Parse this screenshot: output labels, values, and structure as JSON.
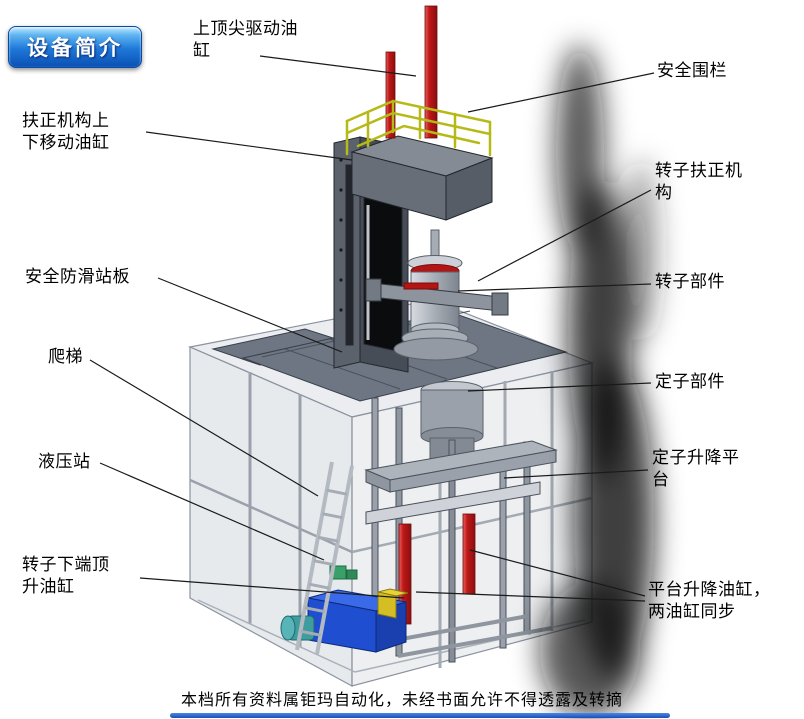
{
  "badge": {
    "label": "设备简介"
  },
  "labels": [
    {
      "id": "top-tip-drive-cylinder",
      "text": "上顶尖驱动油缸"
    },
    {
      "id": "safety-fence",
      "text": "安全围栏"
    },
    {
      "id": "centering-updown-cylinder",
      "text": "扶正机构上下移动油缸"
    },
    {
      "id": "rotor-centering-mechanism",
      "text": "转子扶正机构"
    },
    {
      "id": "anti-slip-platform",
      "text": "安全防滑站板"
    },
    {
      "id": "rotor-part",
      "text": "转子部件"
    },
    {
      "id": "ladder",
      "text": "爬梯"
    },
    {
      "id": "stator-part",
      "text": "定子部件"
    },
    {
      "id": "hydraulic-station",
      "text": "液压站"
    },
    {
      "id": "stator-lift-platform",
      "text": "定子升降平台"
    },
    {
      "id": "rotor-bottom-jack-cylinder",
      "text": "转子下端顶升油缸"
    },
    {
      "id": "platform-lift-cylinders",
      "text": "平台升降油缸，两油缸同步"
    }
  ],
  "footer": {
    "text": "本档所有资料属钜玛自动化，未经书面允许不得透露及转摘"
  },
  "colors": {
    "badge_blue": "#1e78d8",
    "cylinder_red": "#c01818",
    "fence_yellow": "#b6ba16",
    "hydraulic_blue": "#1f4fd0",
    "platform_gray": "#6d7682"
  }
}
